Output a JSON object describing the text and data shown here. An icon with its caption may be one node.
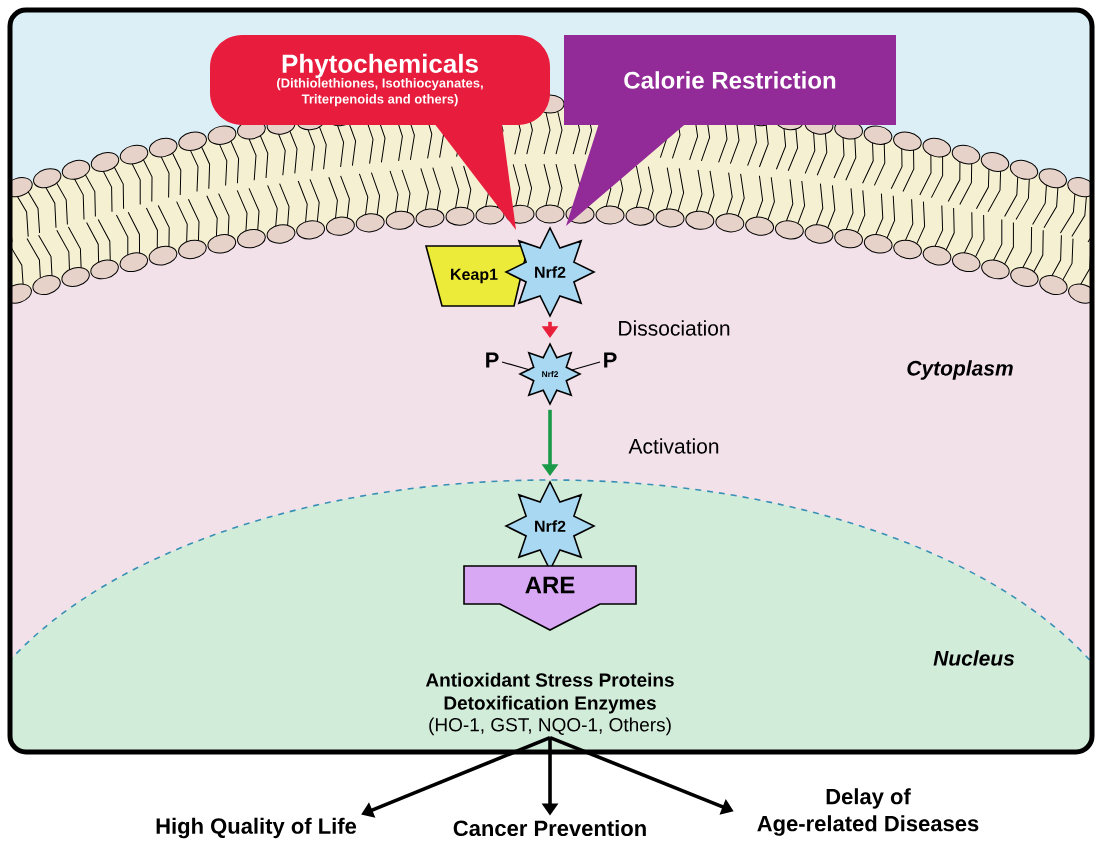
{
  "diagram": {
    "nodes": [
      {
        "text": [
          "Phytochemicals",
          "(Dithiolethiones, Isothiocyanates, Triterpenoids and others)"
        ]
      },
      {
        "text": [
          "Calorie Restriction"
        ]
      },
      {
        "text": [
          "Keap1"
        ]
      },
      {
        "text": [
          "Nrf2"
        ]
      },
      {
        "text": [
          "Nrf2"
        ],
        "beside": [
          "P",
          "P"
        ]
      },
      {
        "text": [
          "Nrf2"
        ]
      },
      {
        "text": [
          "ARE"
        ]
      },
      {
        "text": [
          "Antioxidant Stress Proteins Detoxification Enzymes",
          "(HO-1, GST, NQO-1, Others)"
        ]
      },
      {
        "text": [
          "High Quality of Life"
        ]
      },
      {
        "text": [
          "Cancer Prevention"
        ]
      },
      {
        "text": [
          "Delay of Age-related Diseases"
        ]
      }
    ],
    "edges": [
      {
        "from": 3,
        "to": 4,
        "arrow": "to",
        "label": "Dissociation",
        "color": "#e8203a"
      },
      {
        "from": 4,
        "to": 5,
        "arrow": "to",
        "label": "Activation",
        "color": "#1a9a48"
      },
      {
        "from": 7,
        "to": 8,
        "arrow": "to"
      },
      {
        "from": 7,
        "to": 9,
        "arrow": "to"
      },
      {
        "from": 7,
        "to": 10,
        "arrow": "to"
      }
    ],
    "labels": [
      "Cytoplasm",
      "Nucleus"
    ]
  }
}
